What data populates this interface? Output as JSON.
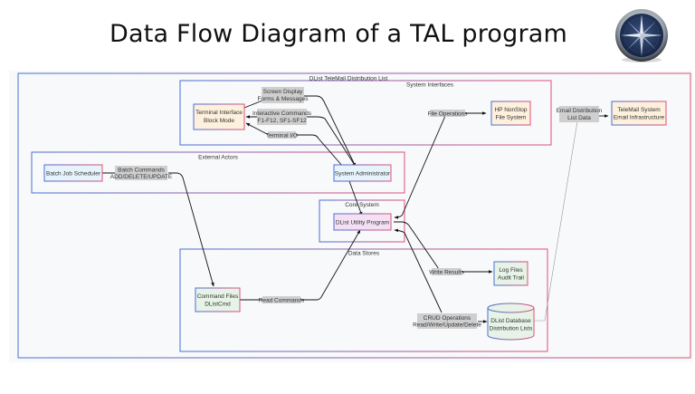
{
  "slide": {
    "title": "Data Flow Diagram of a TAL program",
    "logo_icon": "compass-icon"
  },
  "diagram": {
    "outer_container": "DList TeleMail Distribution List",
    "groups": {
      "system_interfaces": "System Interfaces",
      "external_actors": "External Actors",
      "core_system": "Core System",
      "data_stores": "Data Stores"
    },
    "nodes": {
      "terminal_interface": [
        "Terminal Interface",
        "Block Mode"
      ],
      "hp_nonstop": [
        "HP NonStop",
        "File System"
      ],
      "telemail": [
        "TeleMail System",
        "Email Infrastructure"
      ],
      "batch_scheduler": [
        "Batch Job Scheduler"
      ],
      "sys_admin": [
        "System Administrator"
      ],
      "dlist_utility": [
        "DList Utility Program"
      ],
      "command_files": [
        "Command Files",
        "DListCmd"
      ],
      "log_files": [
        "Log Files",
        "Audit Trail"
      ],
      "dlist_database": [
        "DList Database",
        "Distribution Lists"
      ]
    },
    "edge_labels": {
      "screen_display": [
        "Screen Display",
        "Forms & Messages"
      ],
      "interactive_commands": [
        "Interactive Commands",
        "F1-F12, SF1-SF12"
      ],
      "terminal_io": [
        "Terminal I/O"
      ],
      "file_operations": [
        "File Operations"
      ],
      "email_distribution": [
        "Email Distribution",
        "List Data"
      ],
      "batch_commands": [
        "Batch Commands",
        "ADD/DELETE/UPDATE"
      ],
      "read_commands": [
        "Read Commands"
      ],
      "write_results": [
        "Write Results"
      ],
      "crud_operations": [
        "CRUD Operations",
        "Read/Write/Update/Delete"
      ]
    },
    "colors": {
      "border_blue": "#4a6fd6",
      "border_pink": "#e0507a",
      "fill_orange": "#fdf0dc",
      "fill_blue": "#e6f3fb",
      "fill_purple": "#f4e0f4",
      "fill_green": "#e6f3e6",
      "label_bg": "#cfcfcf"
    }
  }
}
